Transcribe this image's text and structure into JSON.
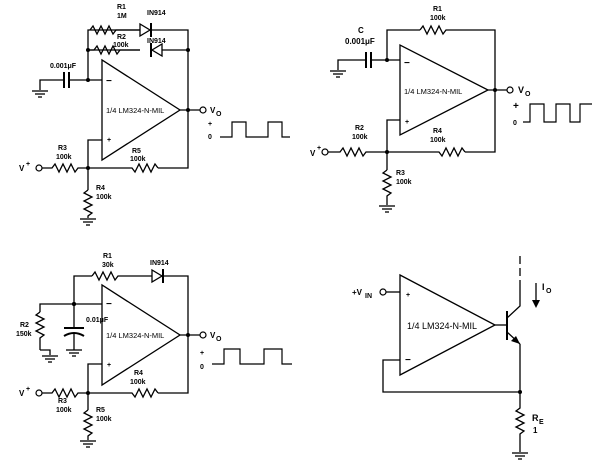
{
  "circuit1": {
    "r1_name": "R1",
    "r1_value": "1M",
    "d1": "IN914",
    "r2_name": "R2",
    "r2_value": "100k",
    "d2": "IN914",
    "cap": "0.001μF",
    "amp": "1/4 LM324-N-MIL",
    "minus": "−",
    "plus": "+",
    "vo_main": "V",
    "vo_sub": "O",
    "wave_plus": "+",
    "wave_zero": "0",
    "r3_name": "R3",
    "r3_value": "100k",
    "r5_name": "R5",
    "r5_value": "100k",
    "r4_name": "R4",
    "r4_value": "100k",
    "vplus_main": "V",
    "vplus_sup": "+"
  },
  "circuit2": {
    "c_name": "C",
    "c_value": "0.001μF",
    "r1_name": "R1",
    "r1_value": "100k",
    "amp": "1/4 LM324-N-MIL",
    "minus": "−",
    "plus": "+",
    "vo_main": "V",
    "vo_sub": "O",
    "wave_plus": "+",
    "wave_zero": "0",
    "r2_name": "R2",
    "r2_value": "100k",
    "r4_name": "R4",
    "r4_value": "100k",
    "r3_name": "R3",
    "r3_value": "100k",
    "vplus_main": "V",
    "vplus_sup": "+"
  },
  "circuit3": {
    "r1_name": "R1",
    "r1_value": "30k",
    "d1": "IN914",
    "cap": "0.01μF",
    "r2_name": "R2",
    "r2_value": "150k",
    "amp": "1/4 LM324-N-MIL",
    "minus": "−",
    "plus": "+",
    "vo_main": "V",
    "vo_sub": "O",
    "wave_plus": "+",
    "wave_zero": "0",
    "r3_name": "R3",
    "r3_value": "100k",
    "r4_name": "R4",
    "r4_value": "100k",
    "r5_name": "R5",
    "r5_value": "100k",
    "vplus_main": "V",
    "vplus_sup": "+"
  },
  "circuit4": {
    "vin_main": "+V",
    "vin_sub": "IN",
    "amp": "1/4 LM324-N-MIL",
    "minus": "−",
    "plus": "+",
    "io_main": "I",
    "io_sub": "O",
    "re_main": "R",
    "re_sub": "E",
    "re_value": "1"
  }
}
